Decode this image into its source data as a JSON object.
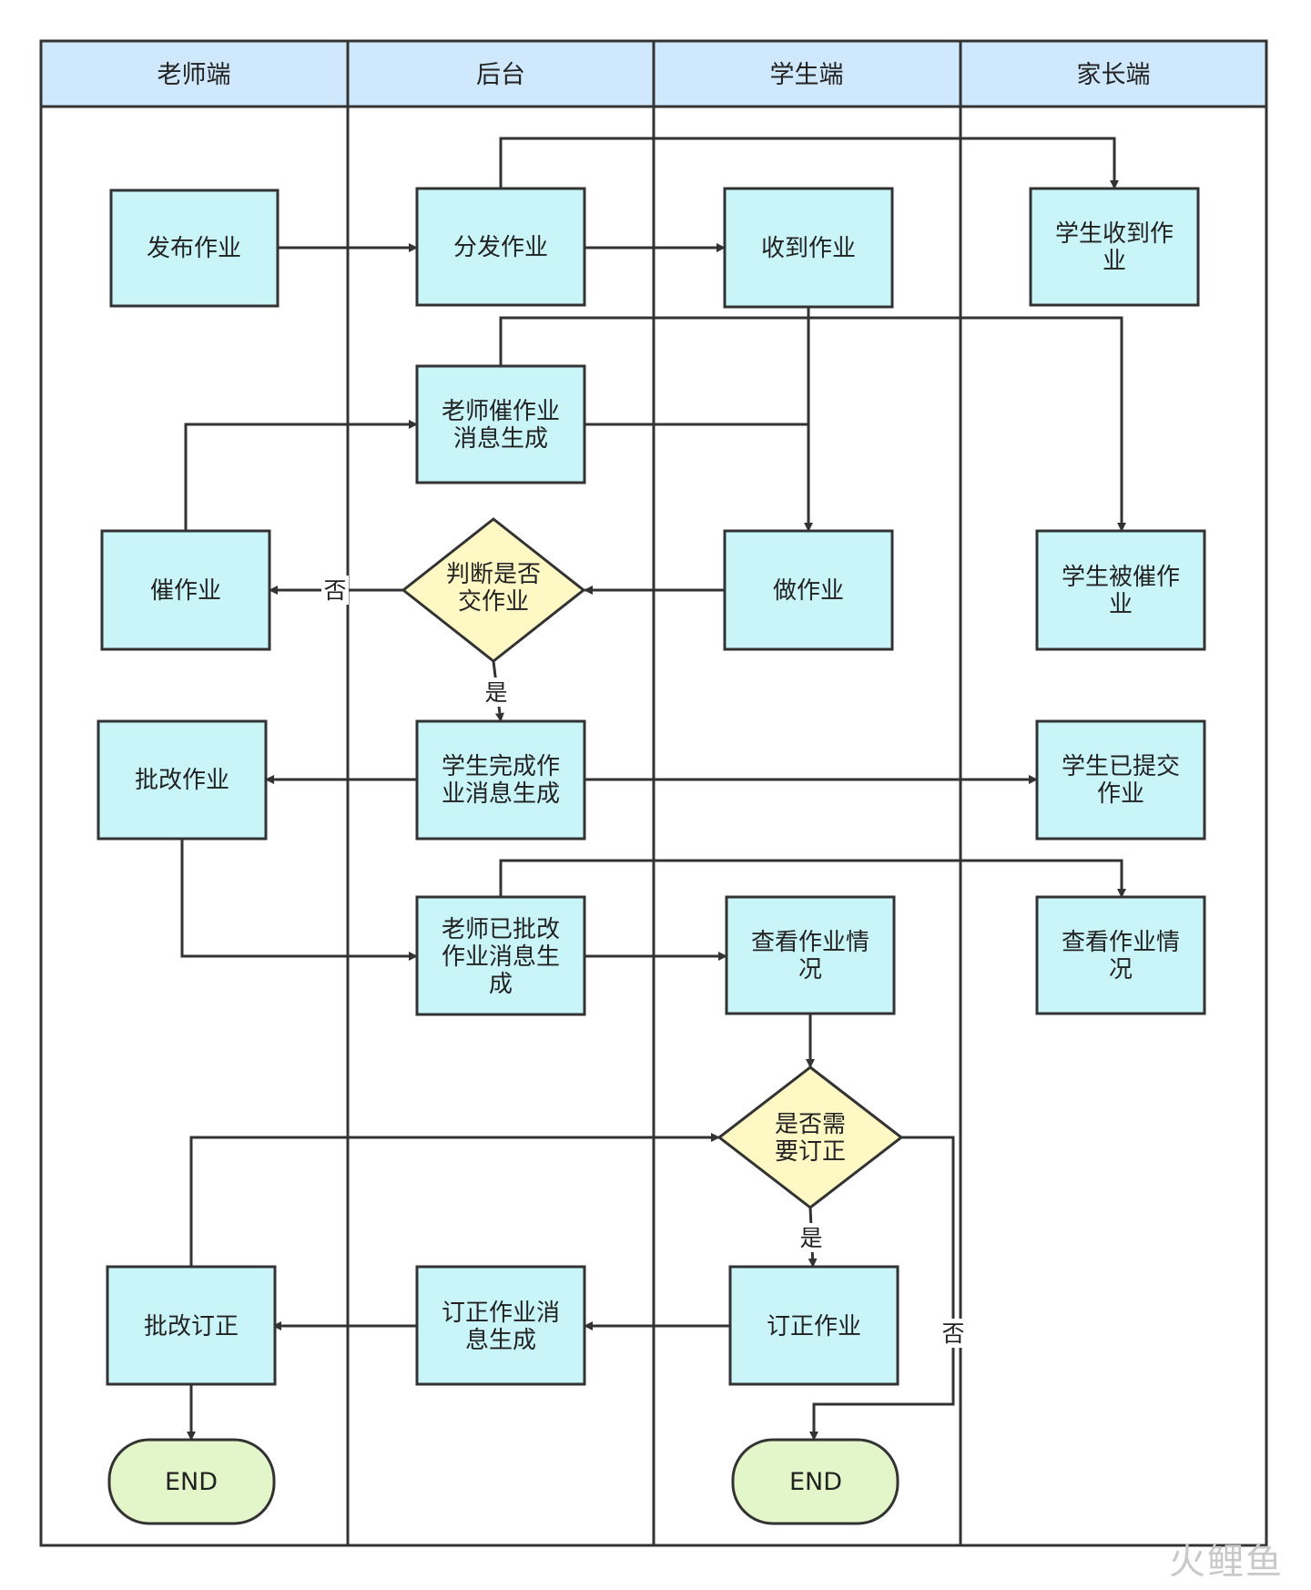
{
  "lanes": [
    "老师端",
    "后台",
    "学生端",
    "家长端"
  ],
  "colors": {
    "header": "#cfe8fb",
    "process": "#c9f5f8",
    "decision": "#fdf8c4",
    "terminal": "#e3f6c9",
    "stroke": "#333333"
  },
  "nodes": {
    "publish": [
      "发布作业"
    ],
    "distribute": [
      "分发作业"
    ],
    "receive": [
      "收到作业"
    ],
    "parent_receive": [
      "学生收到作",
      "业"
    ],
    "urge_msg": [
      "老师催作业",
      "消息生成"
    ],
    "urge": [
      "催作业"
    ],
    "judge": [
      "判断是否",
      "交作业"
    ],
    "do_hw": [
      "做作业"
    ],
    "parent_urged": [
      "学生被催作",
      "业"
    ],
    "grade": [
      "批改作业"
    ],
    "done_msg": [
      "学生完成作",
      "业消息生成"
    ],
    "parent_submitted": [
      "学生已提交",
      "作业"
    ],
    "graded_msg": [
      "老师已批改",
      "作业消息生",
      "成"
    ],
    "student_view": [
      "查看作业情",
      "况"
    ],
    "parent_view": [
      "查看作业情",
      "况"
    ],
    "need_fix": [
      "是否需",
      "要订正"
    ],
    "grade_fix": [
      "批改订正"
    ],
    "fix_msg": [
      "订正作业消",
      "息生成"
    ],
    "fix": [
      "订正作业"
    ],
    "end_teacher": [
      "END"
    ],
    "end_student": [
      "END"
    ]
  },
  "edge_labels": {
    "no": "否",
    "yes": "是"
  },
  "watermark": "火鲤鱼"
}
